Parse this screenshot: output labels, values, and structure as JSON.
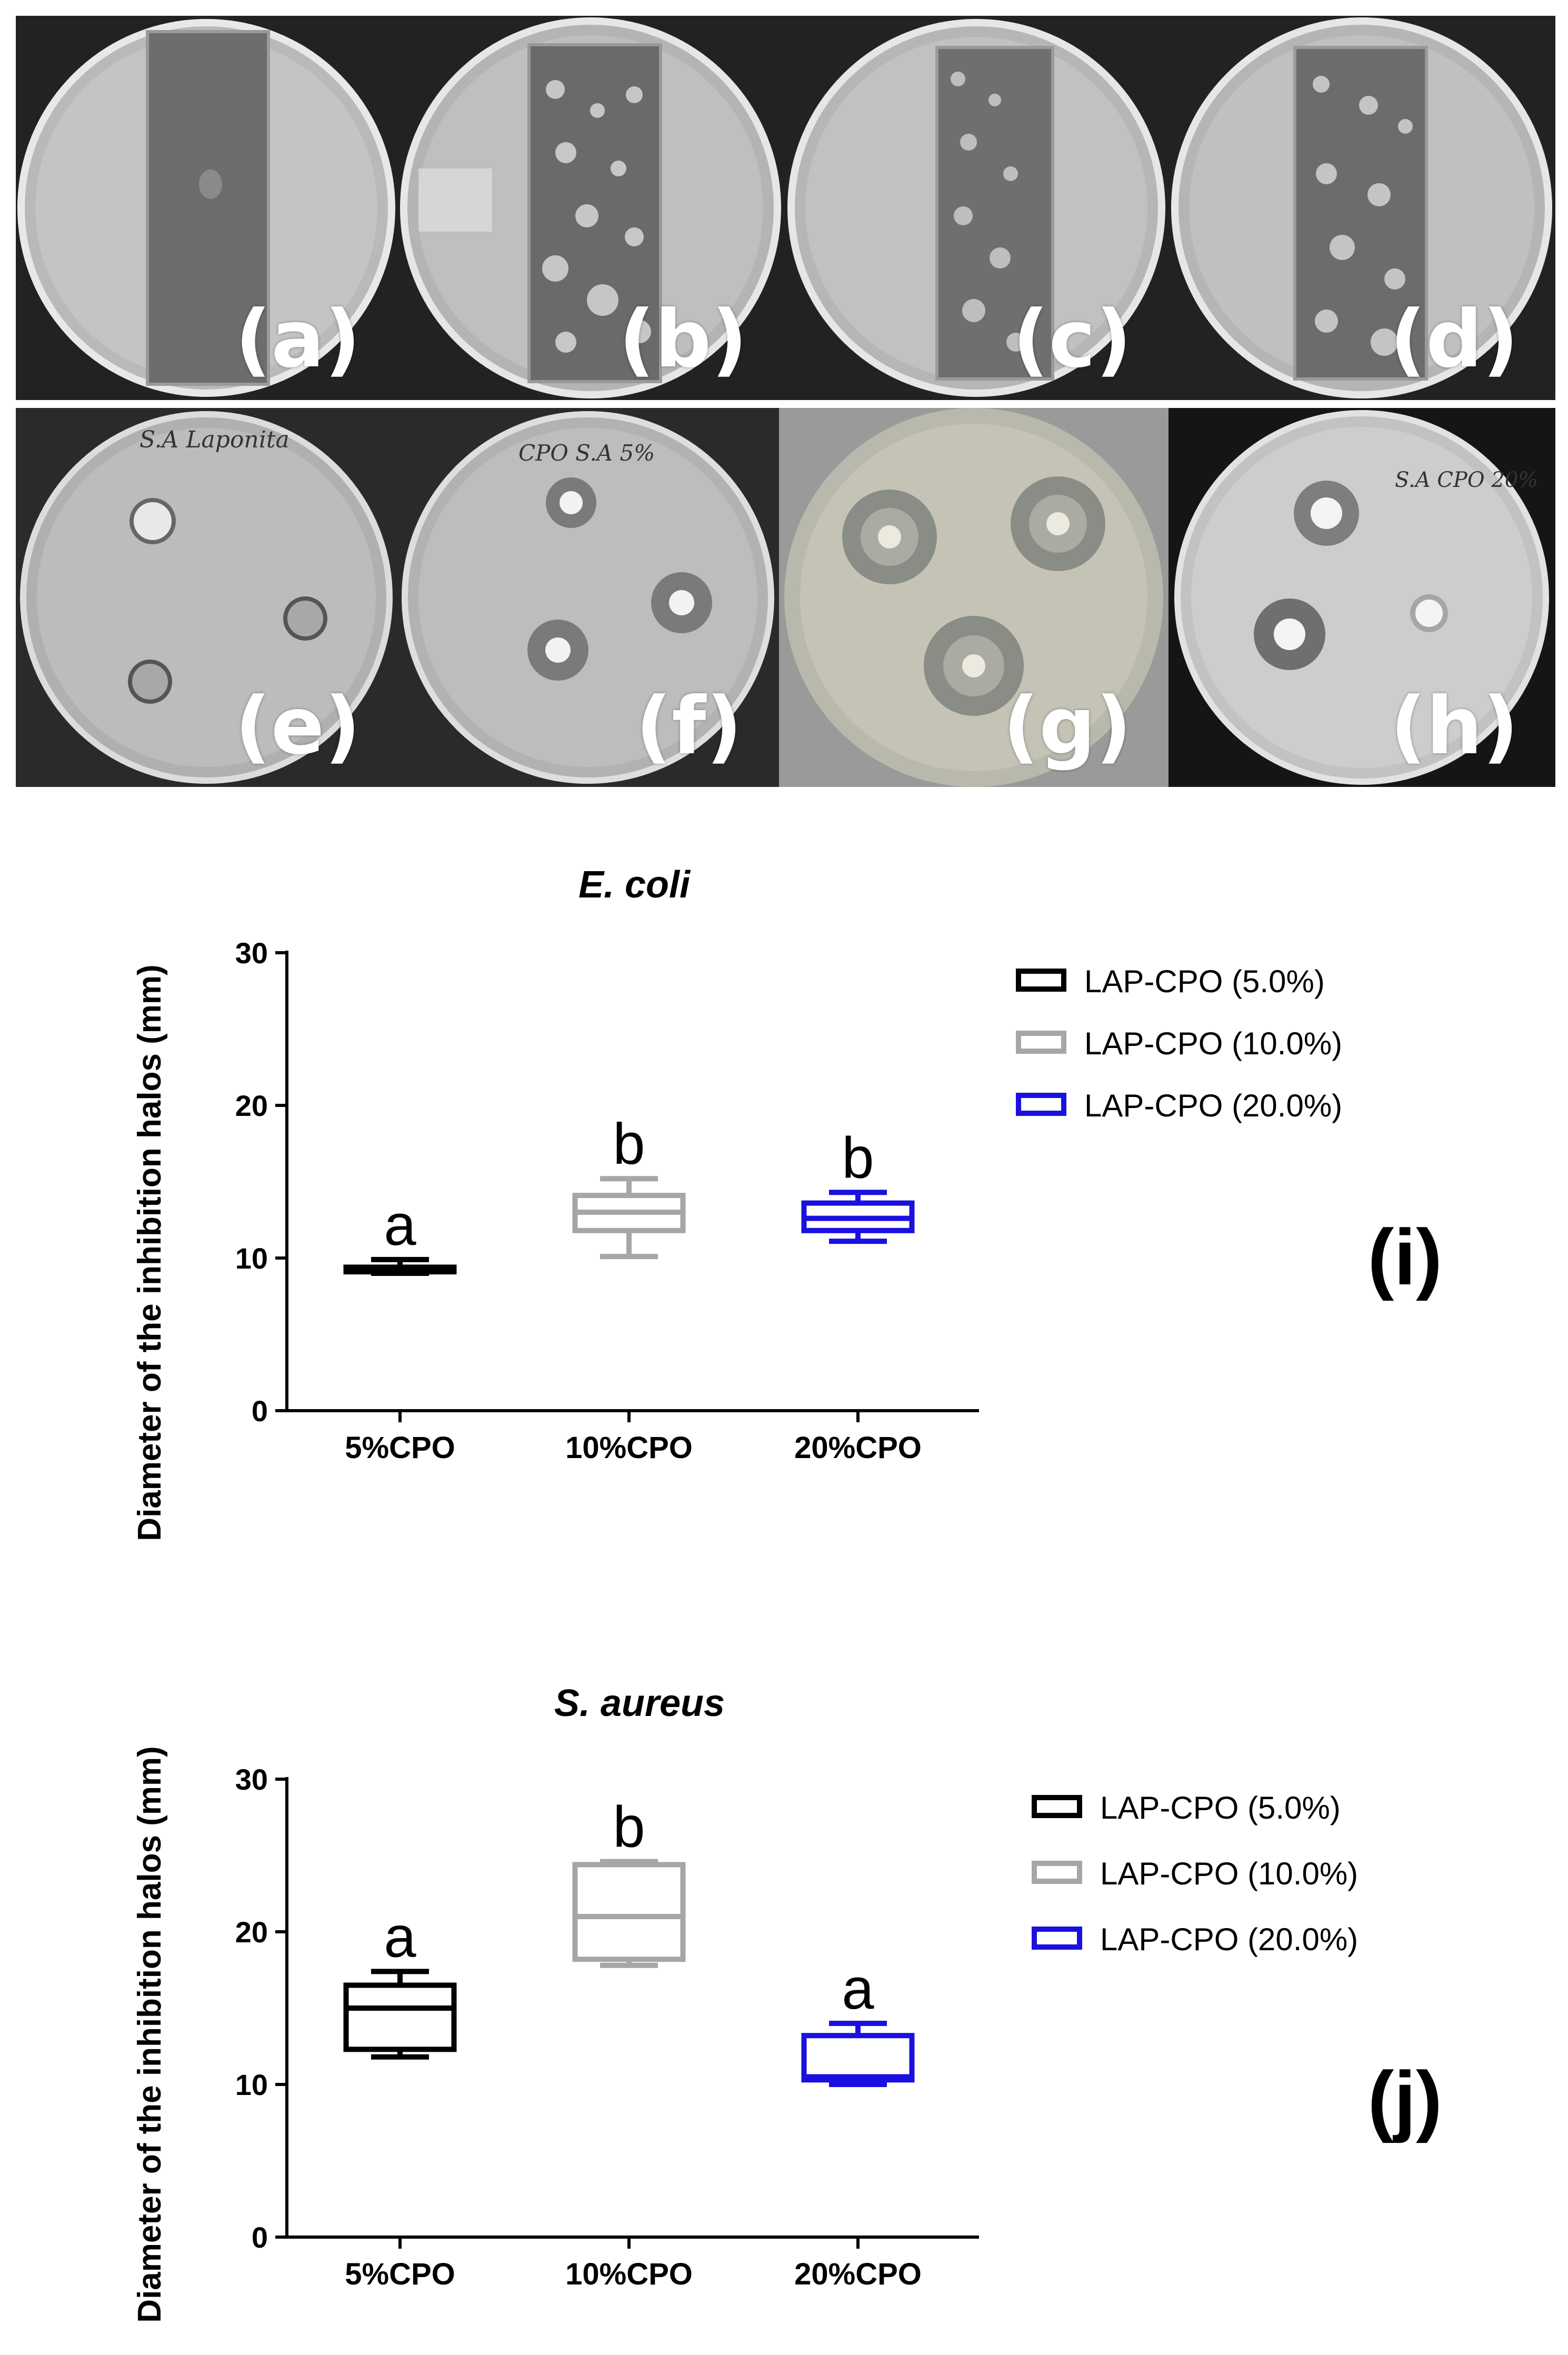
{
  "photo_panels": [
    {
      "label": "(a)",
      "kind": "film"
    },
    {
      "label": "(b)",
      "kind": "film"
    },
    {
      "label": "(c)",
      "kind": "film"
    },
    {
      "label": "(d)",
      "kind": "film"
    },
    {
      "label": "(e)",
      "kind": "disc",
      "handwriting": "S.A Laponita"
    },
    {
      "label": "(f)",
      "kind": "disc",
      "handwriting": "CPO S.A 5%"
    },
    {
      "label": "(g)",
      "kind": "disc",
      "handwriting": ""
    },
    {
      "label": "(h)",
      "kind": "disc",
      "handwriting": "S.A CPO 20%"
    }
  ],
  "chart_data": [
    {
      "type": "box",
      "panel_label": "(i)",
      "title": "E. coli",
      "ylabel": "Diameter of the inhibition halos (mm)",
      "xlabel": "",
      "ylim": [
        0,
        30
      ],
      "yticks": [
        0,
        10,
        20,
        30
      ],
      "grid": false,
      "legend_position": "top-right",
      "categories": [
        "5%CPO",
        "10%CPO",
        "20%CPO"
      ],
      "series": [
        {
          "name": "LAP-CPO (5.0%)",
          "color": "#000000",
          "min": 9.0,
          "q1": 9.1,
          "median": 9.3,
          "q3": 9.4,
          "max": 9.9,
          "letter": "a"
        },
        {
          "name": "LAP-CPO (10.0%)",
          "color": "#a6a6a6",
          "min": 10.1,
          "q1": 11.8,
          "median": 13.0,
          "q3": 14.1,
          "max": 15.2,
          "letter": "b"
        },
        {
          "name": "LAP-CPO (20.0%)",
          "color": "#1a10e0",
          "min": 11.1,
          "q1": 11.8,
          "median": 12.6,
          "q3": 13.6,
          "max": 14.3,
          "letter": "b"
        }
      ]
    },
    {
      "type": "box",
      "panel_label": "(j)",
      "title": "S. aureus",
      "ylabel": "Diameter of the inhibition halos (mm)",
      "xlabel": "",
      "ylim": [
        0,
        30
      ],
      "yticks": [
        0,
        10,
        20,
        30
      ],
      "grid": false,
      "legend_position": "top-right",
      "categories": [
        "5%CPO",
        "10%CPO",
        "20%CPO"
      ],
      "series": [
        {
          "name": "LAP-CPO (5.0%)",
          "color": "#000000",
          "min": 11.8,
          "q1": 12.3,
          "median": 15.0,
          "q3": 16.5,
          "max": 17.4,
          "letter": "a"
        },
        {
          "name": "LAP-CPO (10.0%)",
          "color": "#a6a6a6",
          "min": 17.8,
          "q1": 18.2,
          "median": 21.0,
          "q3": 24.4,
          "max": 24.6,
          "letter": "b"
        },
        {
          "name": "LAP-CPO (20.0%)",
          "color": "#1a10e0",
          "min": 10.0,
          "q1": 10.3,
          "median": 10.5,
          "q3": 13.2,
          "max": 14.0,
          "letter": "a"
        }
      ]
    }
  ]
}
